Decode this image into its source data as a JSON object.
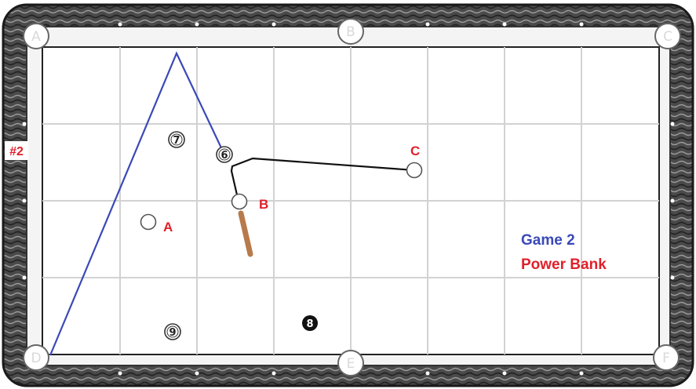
{
  "colors": {
    "rail_dark": "#3a3a3a",
    "rail_light": "#8a8a8a",
    "felt": "#ffffff",
    "grid": "#d2d2d2",
    "blue_path": "#3a49b8",
    "black_path": "#111111",
    "red_text": "#e0202a",
    "blue_text": "#3a49b8",
    "cue_stick": "#b87a4a"
  },
  "table": {
    "pockets": [
      {
        "letter": "A"
      },
      {
        "letter": "B"
      },
      {
        "letter": "C"
      },
      {
        "letter": "D"
      },
      {
        "letter": "E"
      },
      {
        "letter": "F"
      }
    ]
  },
  "shot_label": "#2",
  "balls": [
    {
      "id": "ball-7",
      "number": "7"
    },
    {
      "id": "ball-6",
      "number": "6"
    },
    {
      "id": "ball-9",
      "number": "9"
    },
    {
      "id": "ball-8",
      "number": "8"
    }
  ],
  "position_labels": {
    "a": "A",
    "b": "B",
    "c": "C"
  },
  "caption": {
    "line1": "Game 2",
    "line2": "Power Bank"
  }
}
